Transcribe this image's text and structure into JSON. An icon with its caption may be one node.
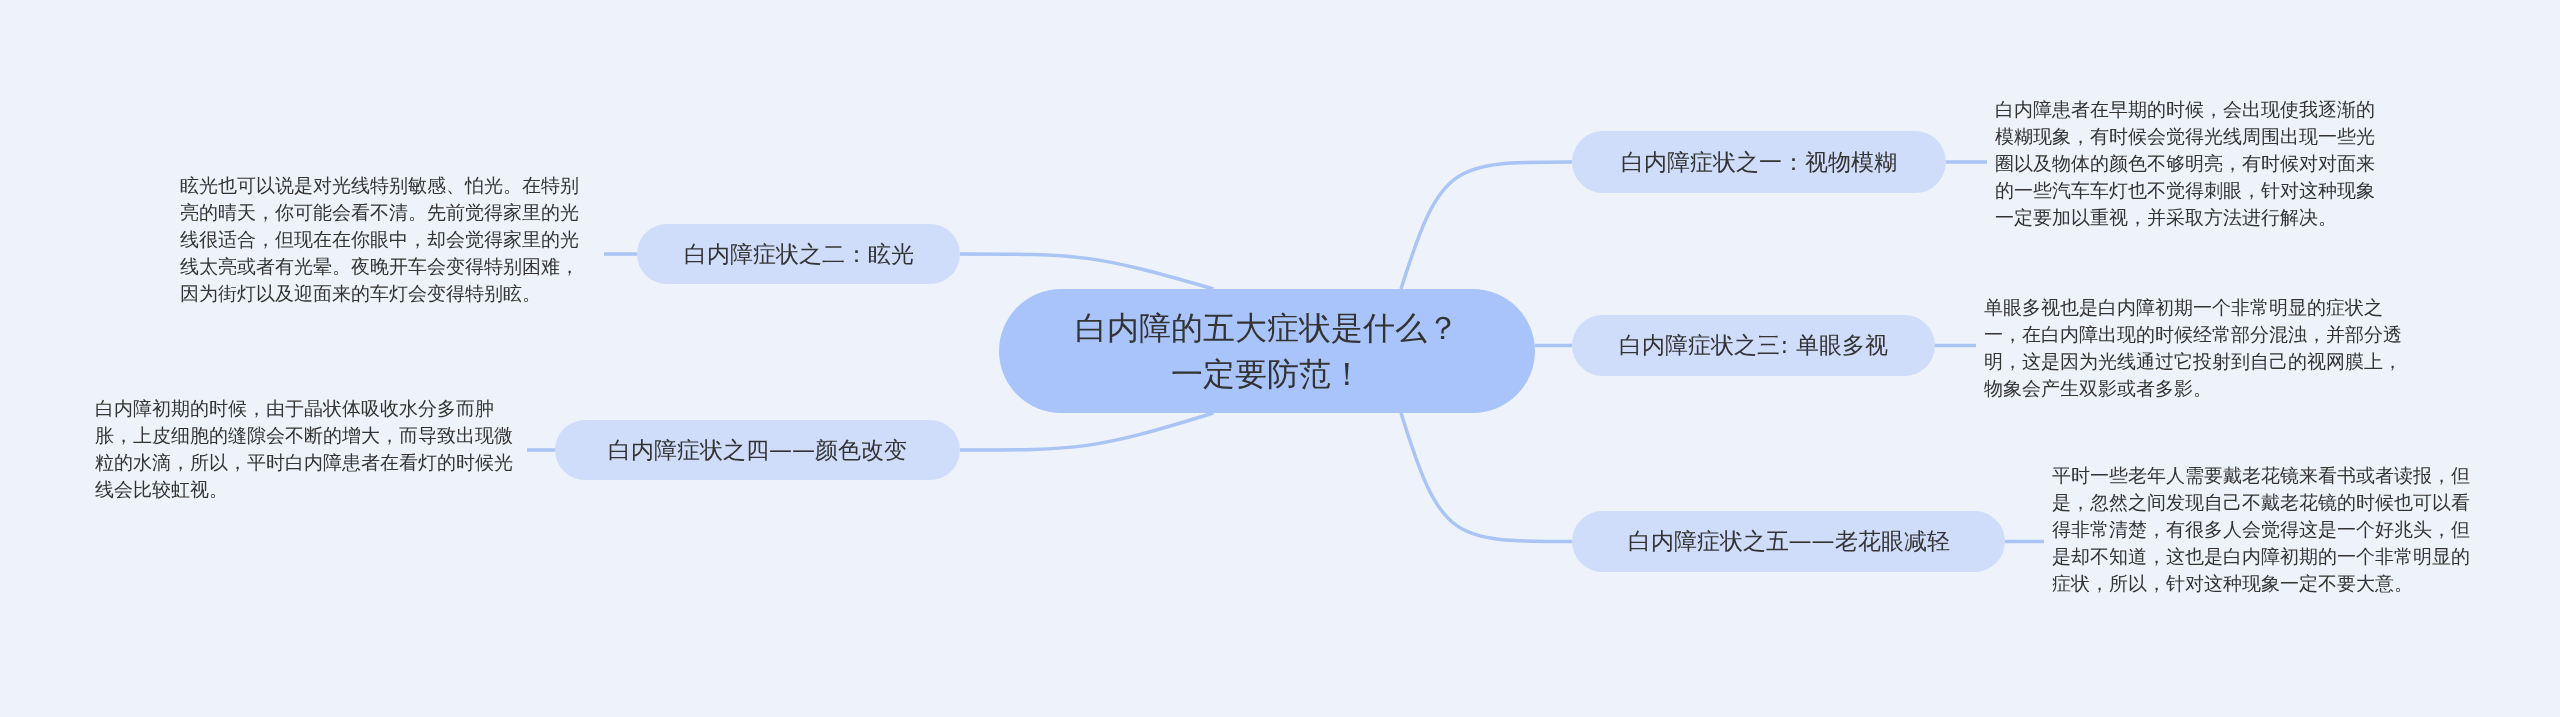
{
  "diagram": {
    "nodes": [
      {
        "text": [
          "白内障的五大症状是什么？一定要防范！"
        ]
      },
      {
        "text": [
          "白内障症状之一：视物模糊"
        ]
      },
      {
        "text": [
          "白内障患者在早期的时候，会出现使我逐渐的模糊现象，有时候会觉得光线周围出现一些光圈以及物体的颜色不够明亮，有时候对对面来的一些汽车车灯也不觉得刺眼，针对这种现象一定要加以重视，并采取方法进行解决。"
        ]
      },
      {
        "text": [
          "白内障症状之二：眩光"
        ]
      },
      {
        "text": [
          "眩光也可以说是对光线特别敏感、怕光。在特别亮的晴天，你可能会看不清。先前觉得家里的光线很适合，但现在在你眼中，却会觉得家里的光线太亮或者有光晕。夜晚开车会变得特别困难，因为街灯以及迎面来的车灯会变得特别眩。"
        ]
      },
      {
        "text": [
          "白内障症状之三: 单眼多视"
        ]
      },
      {
        "text": [
          "单眼多视也是白内障初期一个非常明显的症状之一，在白内障出现的时候经常部分混浊，并部分透明，这是因为光线通过它投射到自己的视网膜上，物象会产生双影或者多影。"
        ]
      },
      {
        "text": [
          "白内障症状之四——颜色改变"
        ]
      },
      {
        "text": [
          "白内障初期的时候，由于晶状体吸收水分多而肿胀，上皮细胞的缝隙会不断的增大，而导致出现微粒的水滴，所以，平时白内障患者在看灯的时候光线会比较虹视。"
        ]
      },
      {
        "text": [
          "白内障症状之五——老花眼减轻"
        ]
      },
      {
        "text": [
          "平时一些老年人需要戴老花镜来看书或者读报，但是，忽然之间发现自己不戴老花镜的时候也可以看得非常清楚，有很多人会觉得这是一个好兆头，但是却不知道，这也是白内障初期的一个非常明显的症状，所以，针对这种现象一定不要大意。"
        ]
      }
    ],
    "edges": [
      {
        "from": 0,
        "to": 1,
        "arrow": "none"
      },
      {
        "from": 1,
        "to": 2,
        "arrow": "none"
      },
      {
        "from": 0,
        "to": 3,
        "arrow": "none"
      },
      {
        "from": 3,
        "to": 4,
        "arrow": "none"
      },
      {
        "from": 0,
        "to": 5,
        "arrow": "none"
      },
      {
        "from": 5,
        "to": 6,
        "arrow": "none"
      },
      {
        "from": 0,
        "to": 7,
        "arrow": "none"
      },
      {
        "from": 7,
        "to": 8,
        "arrow": "none"
      },
      {
        "from": 0,
        "to": 9,
        "arrow": "none"
      },
      {
        "from": 9,
        "to": 10,
        "arrow": "none"
      }
    ]
  }
}
